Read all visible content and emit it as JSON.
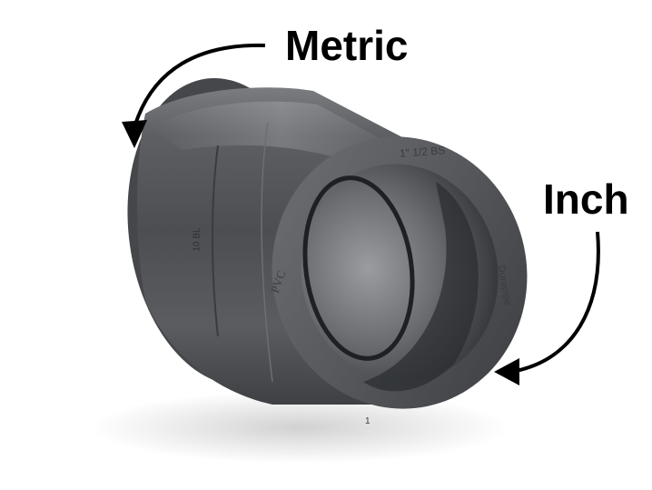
{
  "labels": {
    "metric": "Metric",
    "inch": "Inch"
  },
  "fitting_markings": {
    "top_rim": "1\" 1/2 BS",
    "side_left": "PVC",
    "side_right": "Durapipe",
    "body_stamp": "10 BL",
    "bottom_rim": "1"
  },
  "colors": {
    "background": "#ffffff",
    "pvc_grey": "#5a5c60",
    "arrow": "#000000",
    "label_text": "#000000"
  },
  "icons": {
    "metric_arrow": "curved-arrow-icon",
    "inch_arrow": "curved-arrow-icon"
  }
}
